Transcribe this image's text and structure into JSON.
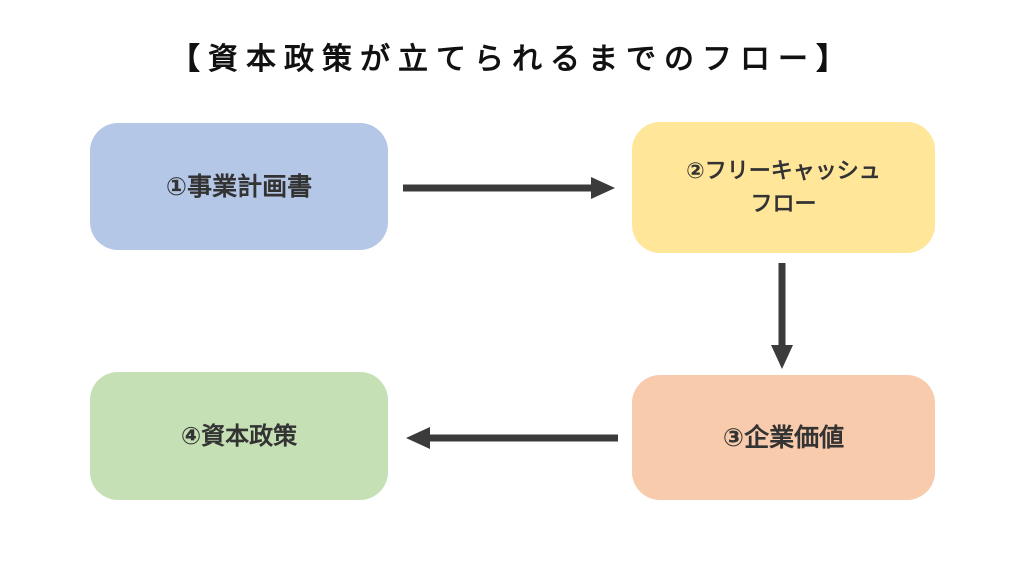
{
  "title": {
    "text": "【資本政策が立てられるまでのフロー】"
  },
  "flow": {
    "boxes": [
      {
        "id": 1,
        "label": "①事業計画書",
        "color_key": "box1_fill"
      },
      {
        "id": 2,
        "label": "②フリーキャッシュ\nフロー",
        "color_key": "box2_fill"
      },
      {
        "id": 3,
        "label": "③企業価値",
        "color_key": "box3_fill"
      },
      {
        "id": 4,
        "label": "④資本政策",
        "color_key": "box4_fill"
      }
    ],
    "arrows": [
      {
        "from": 1,
        "to": 2,
        "direction": "right"
      },
      {
        "from": 2,
        "to": 3,
        "direction": "down"
      },
      {
        "from": 3,
        "to": 4,
        "direction": "left"
      }
    ]
  },
  "colors": {
    "page_bg": "#ffffff",
    "title_color": "#111111",
    "text_color": "#333333",
    "arrow_color": "#3b3b3b",
    "box1_fill": "#b4c7e7",
    "box2_fill": "#ffe699",
    "box3_fill": "#f8cbad",
    "box4_fill": "#c5e0b4"
  }
}
